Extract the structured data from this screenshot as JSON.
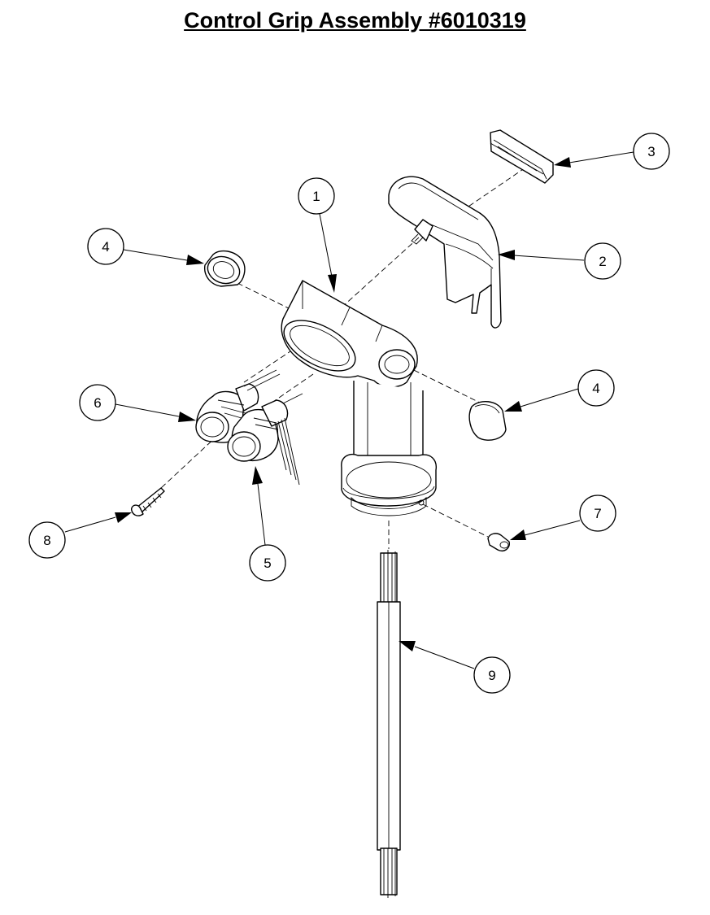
{
  "title": "Control Grip Assembly #6010319",
  "callouts": [
    {
      "id": "callout-1",
      "label": "1"
    },
    {
      "id": "callout-2",
      "label": "2"
    },
    {
      "id": "callout-3",
      "label": "3"
    },
    {
      "id": "callout-4-upper",
      "label": "4"
    },
    {
      "id": "callout-4-lower",
      "label": "4"
    },
    {
      "id": "callout-5",
      "label": "5"
    },
    {
      "id": "callout-6",
      "label": "6"
    },
    {
      "id": "callout-7",
      "label": "7"
    },
    {
      "id": "callout-8",
      "label": "8"
    },
    {
      "id": "callout-9",
      "label": "9"
    }
  ]
}
